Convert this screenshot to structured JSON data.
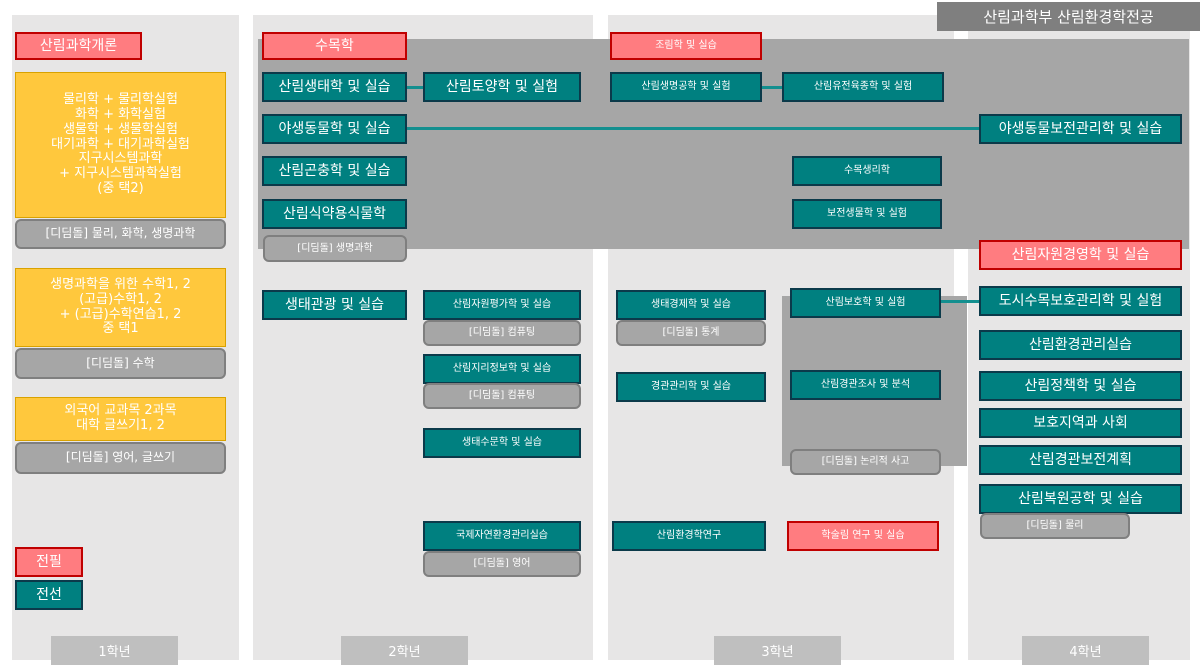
{
  "title": "산림과학부 산림환경학전공",
  "years": [
    "1학년",
    "2학년",
    "3학년",
    "4학년"
  ],
  "legend": {
    "required": "전필",
    "elective": "전선"
  },
  "colors": {
    "required": "#ff7c80",
    "elective": "#008080",
    "general": "#ffc83d",
    "stepping": "#a6a6a6",
    "background": "#e7e6e6"
  },
  "year1": {
    "intro": "산림과학개론",
    "sci": "물리학 + 물리학실험\n화학 + 화학실험\n생물학 + 생물학실험\n대기과학 + 대기과학실험\n지구시스템과학\n+ 지구시스템과학실험\n(중 택2)",
    "sci_step": "[디딤돌] 물리, 화학, 생명과학",
    "math": "생명과학을 위한 수학1, 2\n(고급)수학1, 2\n+ (고급)수학연습1, 2\n중 택1",
    "math_step": "[디딤돌] 수학",
    "lang": "외국어 교과목 2과목\n대학 글쓰기1, 2",
    "lang_step": "[디딤돌] 영어, 글쓰기"
  },
  "year2": {
    "trees": "수목학",
    "ecology": "산림생태학 및 실습",
    "soil": "산림토양학 및 실험",
    "wildlife": "야생동물학 및 실습",
    "insect": "산림곤충학 및 실습",
    "plants": "산림식약용식물학",
    "bio_step": "[디딤돌] 생명과학",
    "ecotour": "생태관광 및 실습",
    "resource_eval": "산림자원평가학 및 실습",
    "resource_eval_step": "[디딤돌] 컴퓨팅",
    "gis": "산림지리정보학 및 실습",
    "gis_step": "[디딤돌] 컴퓨팅",
    "hydrology": "생태수문학 및 실습",
    "intl": "국제자연환경관리실습",
    "intl_step": "[디딤돌] 영어"
  },
  "year3": {
    "landscape_arch": "조림학 및 실습",
    "biotech": "산림생명공학 및 실험",
    "genetics": "산림유전육종학 및 실험",
    "tree_physio": "수목생리학",
    "conservation_bio": "보전생물학 및 실험",
    "eco_econ": "생태경제학 및 실습",
    "eco_econ_step": "[디딤돌] 통계",
    "forest_protect": "산림보호학 및 실험",
    "landscape_mgmt": "경관관리학 및 실습",
    "landscape_survey": "산림경관조사 및 분석",
    "logic_step": "[디딤돌] 논리적 사고",
    "env_research": "산림환경학연구",
    "academic_forest": "학술림 연구 및 실습"
  },
  "year4": {
    "wildlife_cons": "야생동물보전관리학 및 실습",
    "resource_mgmt": "산림자원경영학 및 실습",
    "urban_tree": "도시수목보호관리학 및 실험",
    "env_mgmt": "산림환경관리실습",
    "policy": "산림정책학 및 실습",
    "protected": "보호지역과 사회",
    "landscape_plan": "산림경관보전계획",
    "restoration": "산림복원공학 및 실습",
    "physics_step": "[디딤돌] 물리"
  }
}
